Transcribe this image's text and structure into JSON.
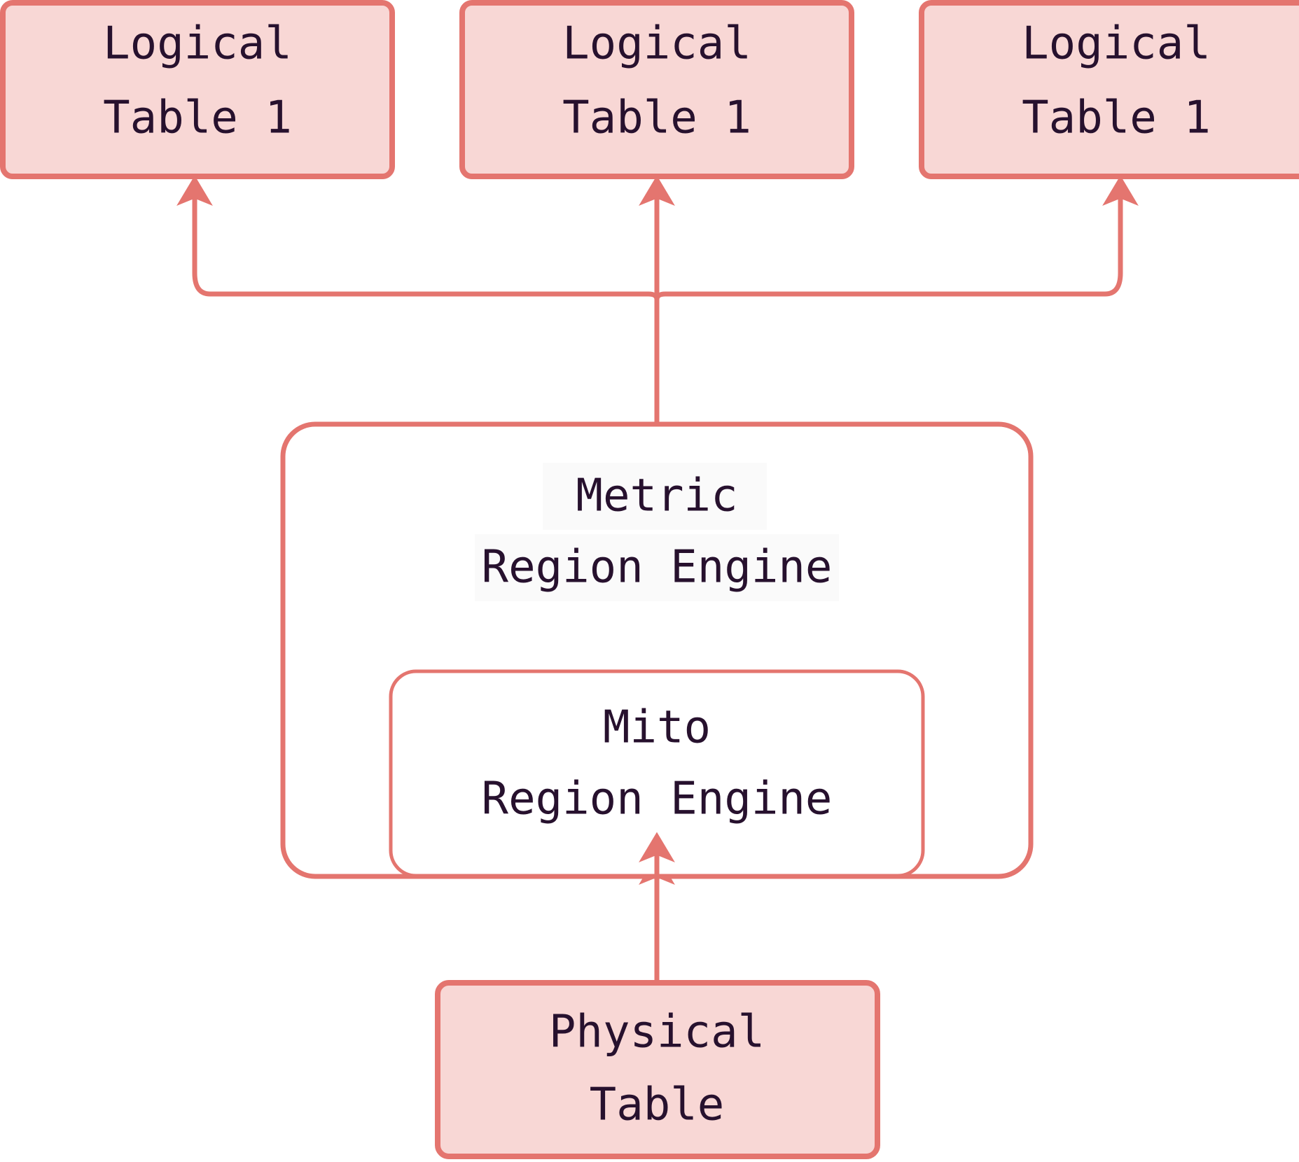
{
  "diagram": {
    "type": "architecture-flow",
    "background_color": "#ffffff",
    "palette": {
      "node_fill": "#f8d7d5",
      "node_stroke": "#e4756f",
      "container_stroke": "#e4756f",
      "container_fill": "#ffffff",
      "text_color": "#27112e",
      "arrow_color": "#e4756f",
      "label_halo": "#fafafa"
    },
    "nodes": {
      "logical_tables": [
        {
          "id": "logical-table-1-a",
          "line1": "Logical",
          "line2": "Table 1"
        },
        {
          "id": "logical-table-1-b",
          "line1": "Logical",
          "line2": "Table 1"
        },
        {
          "id": "logical-table-1-c",
          "line1": "Logical",
          "line2": "Table 1"
        }
      ],
      "metric_engine": {
        "id": "metric-region-engine",
        "line1": "Metric",
        "line2": "Region Engine"
      },
      "mito_engine": {
        "id": "mito-region-engine",
        "line1": "Mito",
        "line2": "Region Engine"
      },
      "physical_table": {
        "id": "physical-table",
        "line1": "Physical",
        "line2": "Table"
      }
    },
    "edges": [
      {
        "from": "metric-region-engine",
        "to": "logical-table-1-a",
        "style": "elbow-arrow"
      },
      {
        "from": "metric-region-engine",
        "to": "logical-table-1-b",
        "style": "straight-arrow"
      },
      {
        "from": "metric-region-engine",
        "to": "logical-table-1-c",
        "style": "elbow-arrow"
      },
      {
        "from": "physical-table",
        "to": "mito-region-engine",
        "style": "straight-arrow"
      }
    ]
  }
}
